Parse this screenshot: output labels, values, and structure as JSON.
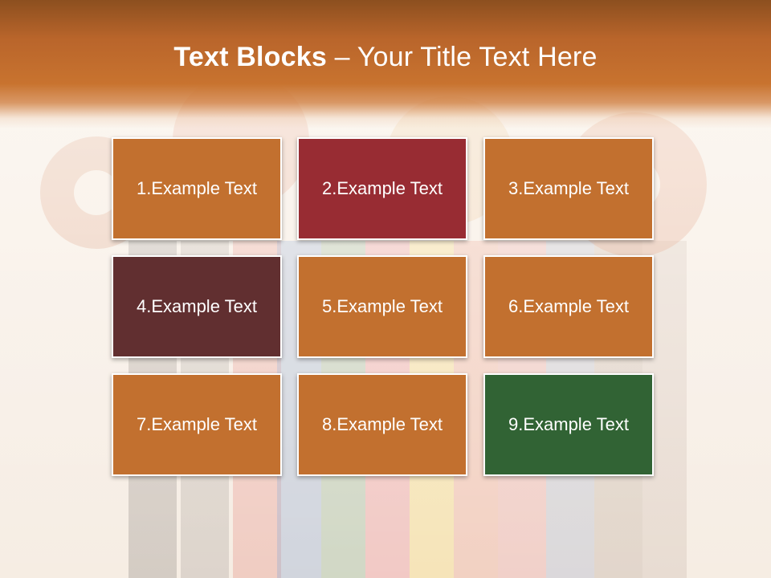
{
  "slide": {
    "title_bold": "Text Blocks",
    "title_rest": " – Your Title Text Here"
  },
  "colors": {
    "title_band": "#c8732f",
    "block_orange": "#c2702f",
    "block_red": "#982c33",
    "block_maroon": "#612f30",
    "block_green": "#316334",
    "block_border": "#ffffff",
    "text": "#ffffff"
  },
  "blocks": [
    {
      "label": "1.Example Text",
      "color": "#c2702f"
    },
    {
      "label": "2.Example Text",
      "color": "#982c33"
    },
    {
      "label": "3.Example Text",
      "color": "#c2702f"
    },
    {
      "label": "4.Example Text",
      "color": "#612f30"
    },
    {
      "label": "5.Example Text",
      "color": "#c2702f"
    },
    {
      "label": "6.Example Text",
      "color": "#c2702f"
    },
    {
      "label": "7.Example Text",
      "color": "#c2702f"
    },
    {
      "label": "8.Example Text",
      "color": "#c2702f"
    },
    {
      "label": "9.Example Text",
      "color": "#316334"
    }
  ]
}
